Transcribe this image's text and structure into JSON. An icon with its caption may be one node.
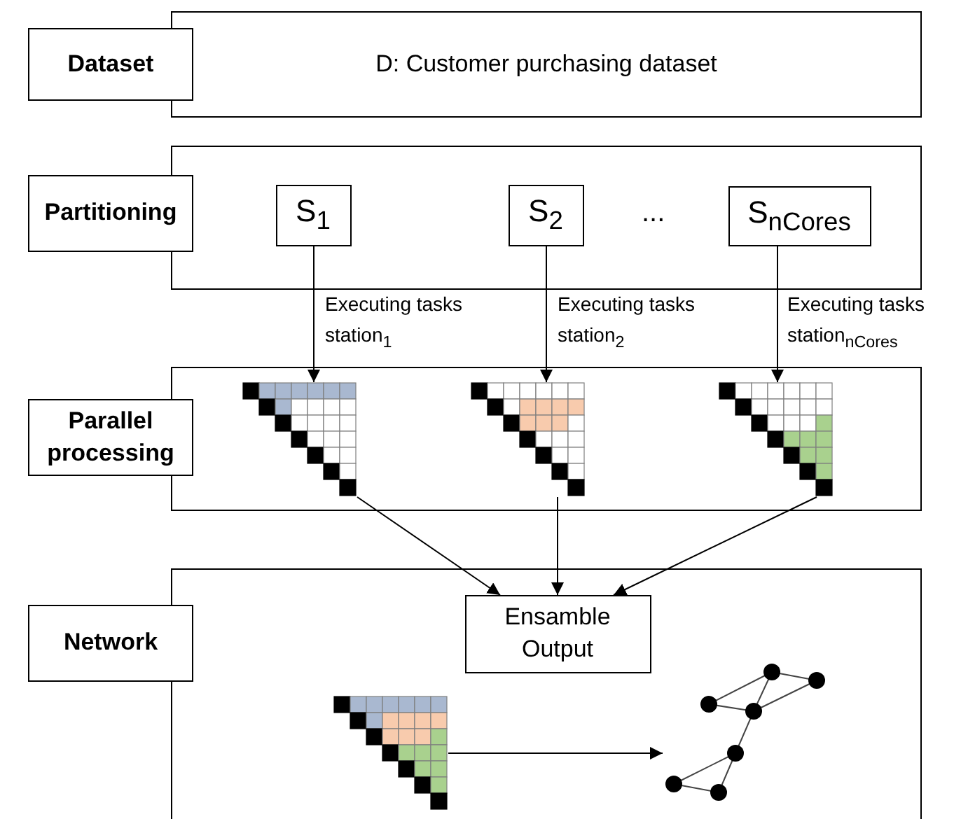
{
  "diagram": {
    "nodes": [
      {
        "text": [
          "Dataset"
        ]
      },
      {
        "text": [
          "D: Customer purchasing dataset"
        ]
      },
      {
        "text": [
          "Partitioning"
        ]
      },
      {
        "text": [],
        "shape": "box"
      },
      {
        "text": [
          "S$_{1}$"
        ],
        "in": 3
      },
      {
        "text": [
          "S$_{2}$"
        ],
        "in": 3
      },
      {
        "text": [
          "S$_{nCores}$"
        ],
        "in": 3
      },
      {
        "text": [
          "Parallel processing"
        ]
      },
      {
        "text": [],
        "shape": "box"
      },
      {
        "text": [],
        "shape": "picture",
        "in": 8
      },
      {
        "text": [],
        "shape": "picture",
        "in": 8
      },
      {
        "text": [],
        "shape": "picture",
        "in": 8
      },
      {
        "text": [
          "Network"
        ]
      },
      {
        "text": [],
        "shape": "box"
      },
      {
        "text": [
          "Ensamble Output"
        ],
        "in": 13
      },
      {
        "text": [],
        "shape": "picture",
        "in": 13
      },
      {
        "text": [],
        "shape": "picture",
        "in": 13
      }
    ],
    "edges": [
      {
        "from": 4,
        "to": 9,
        "arrow": "to",
        "label": "Executing tasks station$_{1}$"
      },
      {
        "from": 5,
        "to": 10,
        "arrow": "to",
        "label": "Executing tasks station$_{2}$"
      },
      {
        "from": 6,
        "to": 11,
        "arrow": "to",
        "label": "Executing tasks station$_{nCores}$"
      },
      {
        "from": 9,
        "to": 14,
        "arrow": "to"
      },
      {
        "from": 10,
        "to": 14,
        "arrow": "to"
      },
      {
        "from": 11,
        "to": 14,
        "arrow": "to"
      },
      {
        "from": 15,
        "to": 16,
        "arrow": "to"
      }
    ],
    "labels": [
      "..."
    ]
  }
}
